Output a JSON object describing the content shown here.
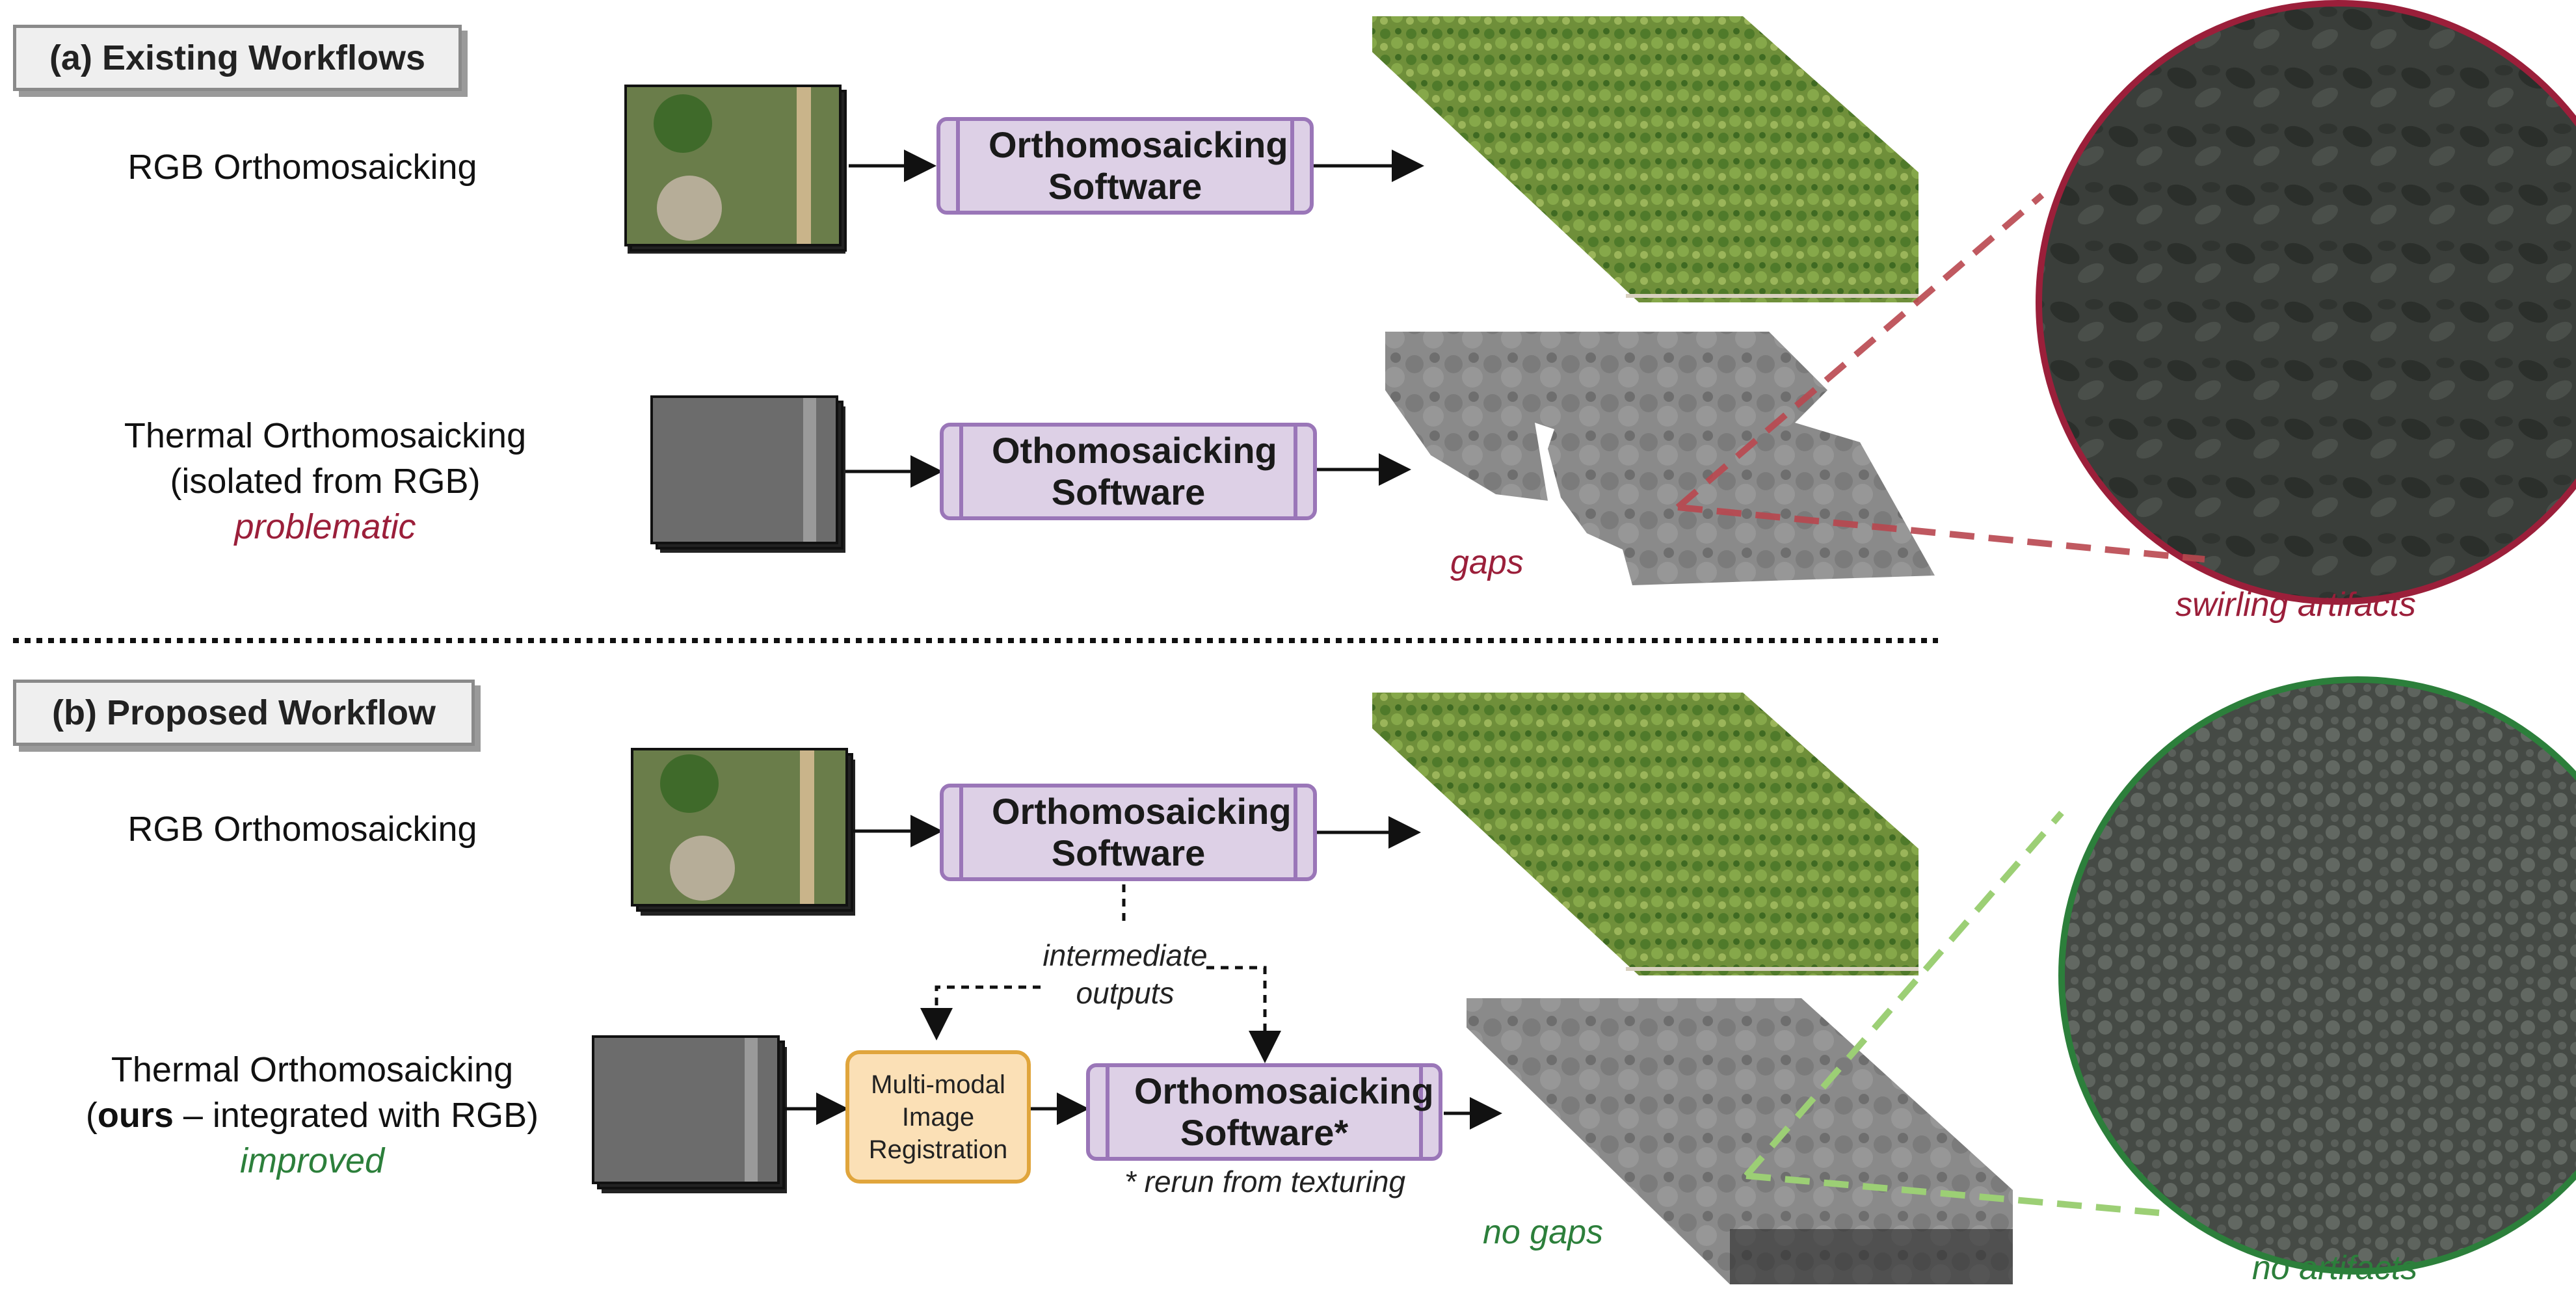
{
  "section_a": {
    "label": "(a) Existing Workflows",
    "row1": {
      "label": "RGB Orthomosaicking",
      "software": "Orthomosaicking Software"
    },
    "row2": {
      "label_line1": "Thermal Orthomosaicking",
      "label_line2": "(isolated from RGB)",
      "status": "problematic",
      "software": "Othomosaicking Software",
      "gaps_label": "gaps",
      "zoom_label": "swirling artifacts"
    }
  },
  "section_b": {
    "label": "(b) Proposed Workflow",
    "row1": {
      "label": "RGB Orthomosaicking",
      "software": "Orthomosaicking Software"
    },
    "intermediate_label": "intermediate outputs",
    "row2": {
      "label_line1": "Thermal Orthomosaicking",
      "label_bold": "ours",
      "label_rest": " – integrated with RGB)",
      "status": "improved",
      "registration": "Multi-modal Image Registration",
      "software": "Orthomosaicking Software*",
      "footnote": "* rerun from texturing",
      "gaps_label": "no gaps",
      "zoom_label": "no artifacts"
    }
  },
  "colors": {
    "problem": "#9b1f3a",
    "improved": "#2c7f3b",
    "software_fill": "#ddd0e6",
    "software_border": "#9a76b8",
    "registration_fill": "#fbe0b6",
    "registration_border": "#e0a53c"
  }
}
